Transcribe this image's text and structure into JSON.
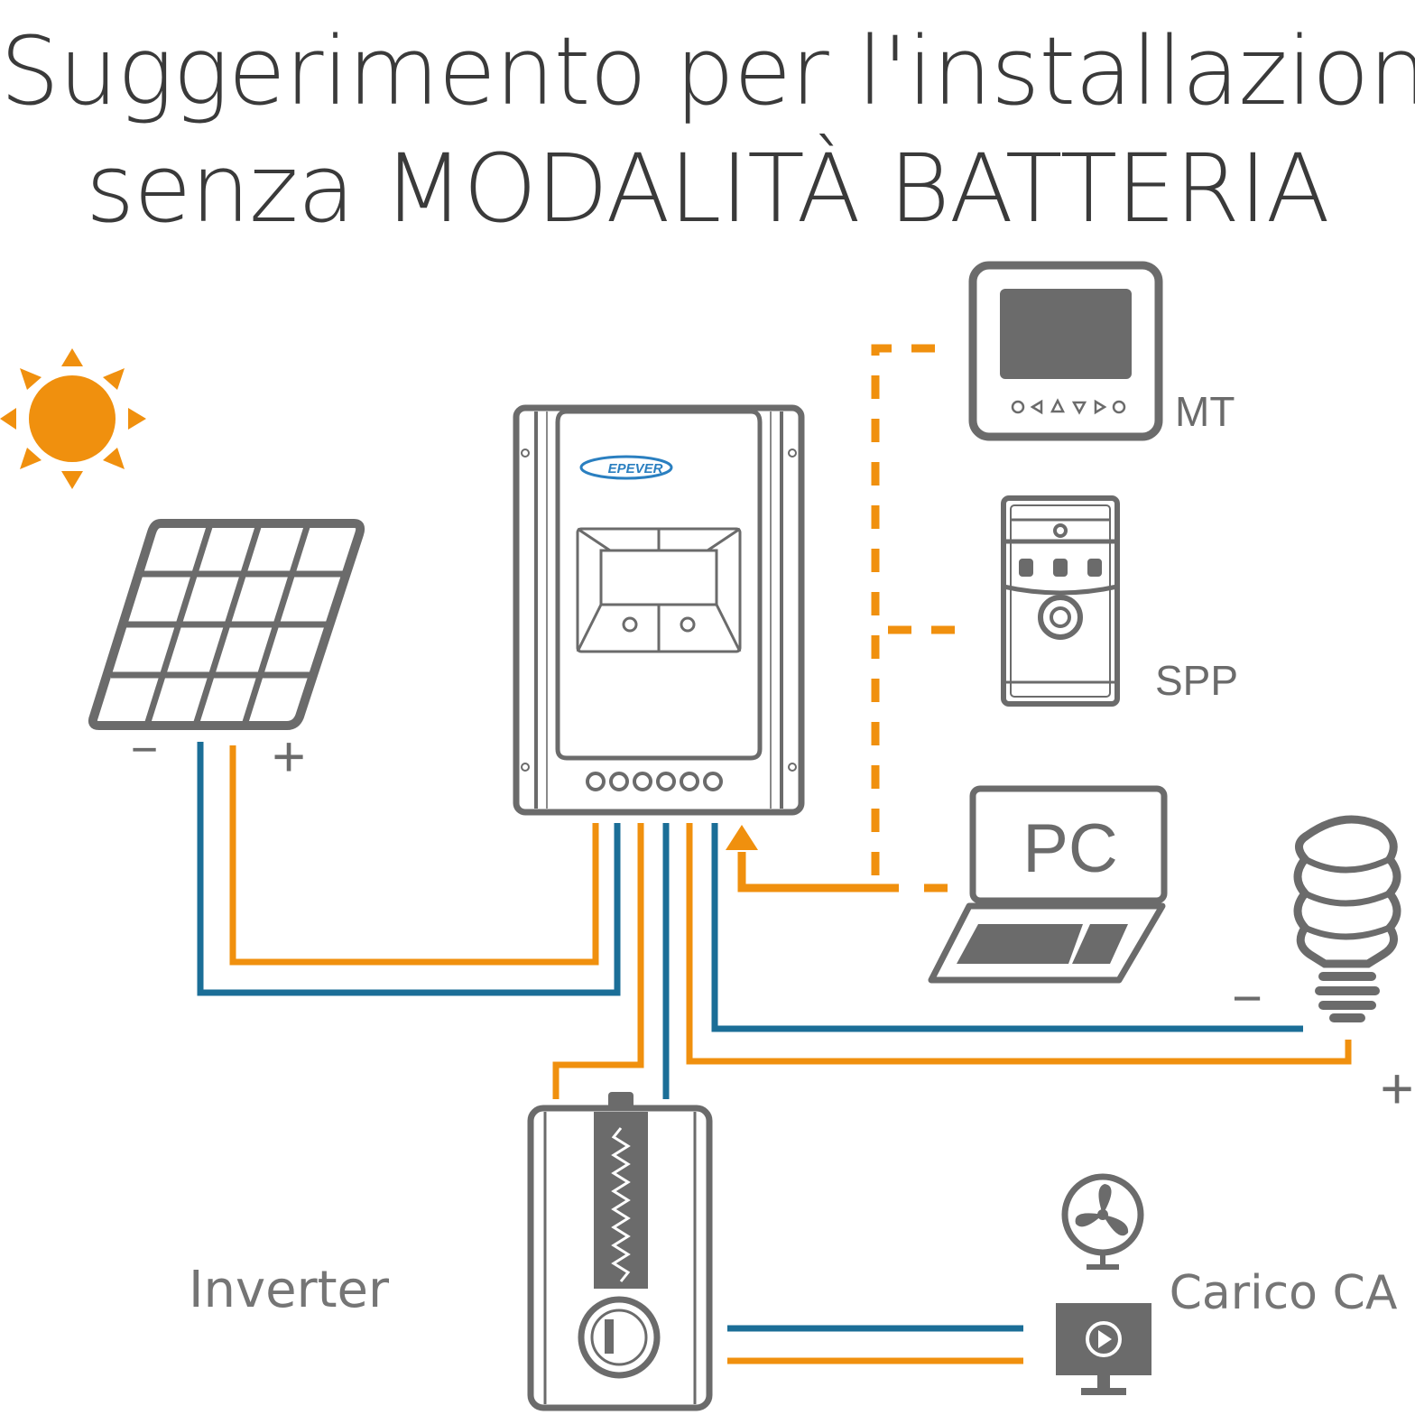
{
  "title": {
    "line1": "Suggerimento per l'installazione",
    "line2": "senza MODALITÀ BATTERIA"
  },
  "labels": {
    "mt": "MT",
    "spp": "SPP",
    "pc": "PC",
    "inverter": "Inverter",
    "ac_load": "Carico CA",
    "controller_brand": "EPEVER",
    "panel_minus": "−",
    "panel_plus": "+",
    "load_minus": "−",
    "load_plus": "+"
  },
  "colors": {
    "positive_wire": "#f0900e",
    "negative_wire": "#1b6e97",
    "device_gray": "#6b6b6b",
    "sun": "#f0900e",
    "brand_blue": "#2a7fc0"
  }
}
